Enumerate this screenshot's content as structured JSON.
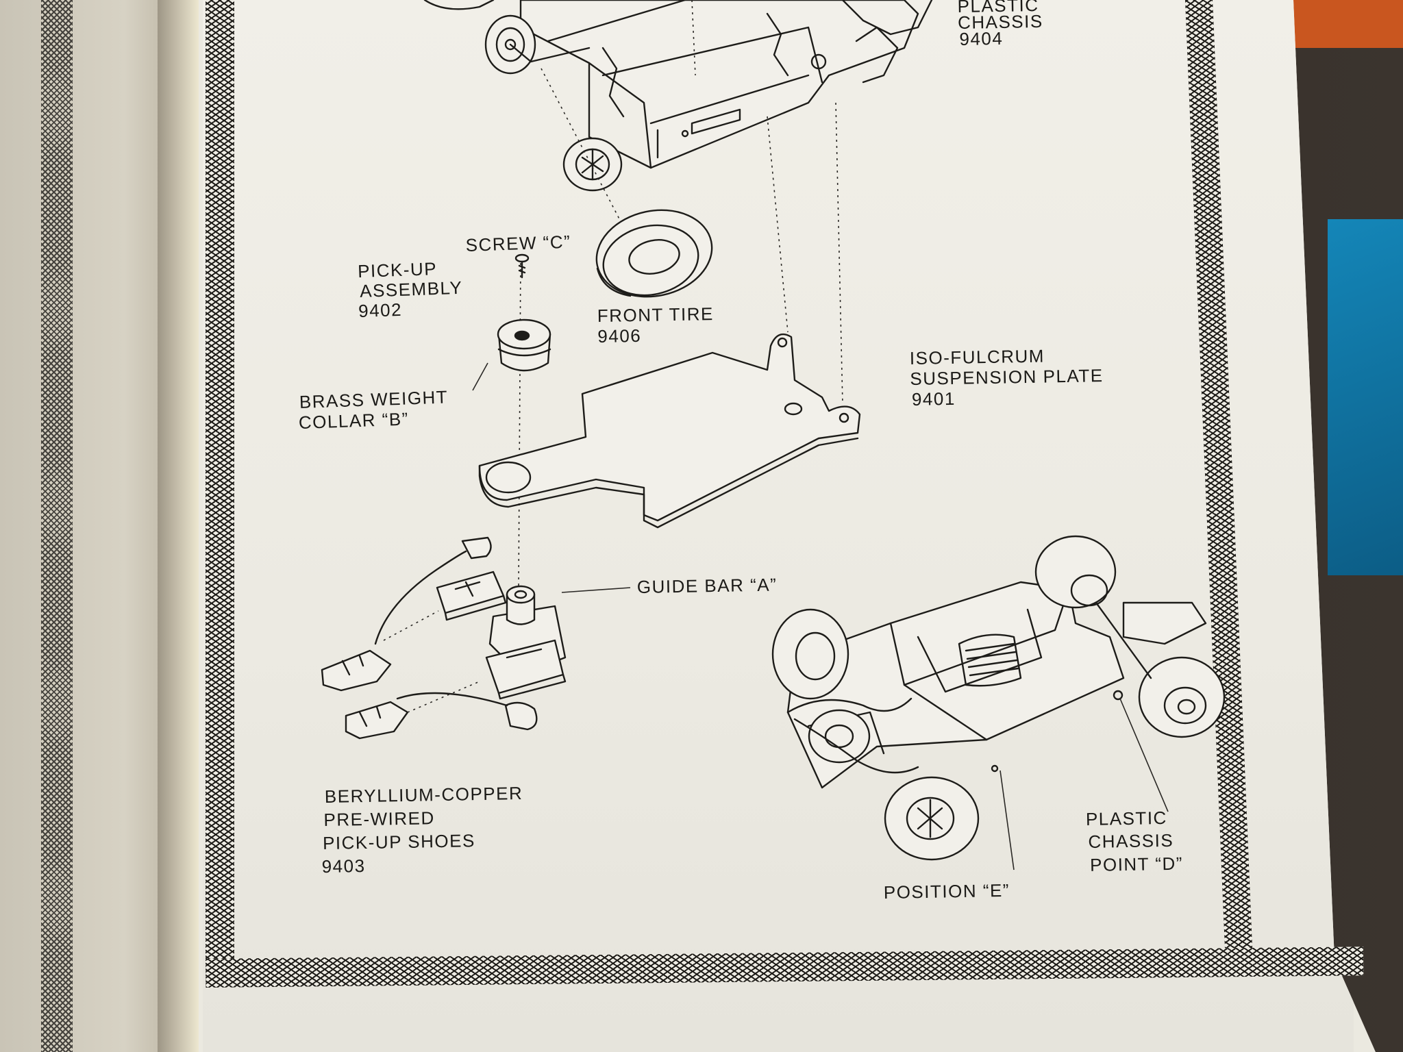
{
  "labels": {
    "plastic_chassis_top": {
      "line1": "PLASTIC",
      "line2": "CHASSIS",
      "number": "9404"
    },
    "screw_c": "SCREW “C”",
    "pickup_assembly": {
      "line1": "PICK-UP",
      "line2": "ASSEMBLY",
      "number": "9402"
    },
    "front_tire": {
      "line1": "FRONT TIRE",
      "number": "9406"
    },
    "iso_fulcrum": {
      "line1": "ISO-FULCRUM",
      "line2": "SUSPENSION PLATE",
      "number": "9401"
    },
    "brass_weight": {
      "line1": "BRASS WEIGHT",
      "line2": "COLLAR “B”"
    },
    "guide_bar": "GUIDE BAR “A”",
    "pickup_shoes": {
      "line1": "BERYLLIUM-COPPER",
      "line2": "PRE-WIRED",
      "line3": "PICK-UP SHOES",
      "number": "9403"
    },
    "plastic_chassis_point": {
      "line1": "PLASTIC",
      "line2": "CHASSIS",
      "line3": "POINT “D”"
    },
    "position_e": "POSITION “E”"
  },
  "icons": [
    "chassis-drawing",
    "front-tire-drawing",
    "screw-drawing",
    "weight-collar-drawing",
    "suspension-plate-drawing",
    "guide-bar-drawing",
    "pickup-shoe-drawing",
    "assembled-chassis-drawing"
  ],
  "colors": {
    "paper": "#eceae2",
    "ink": "#1d1c19",
    "background": "#3a302a",
    "blue_cloth": "#0f72a0",
    "orange_strip": "#c9561f"
  }
}
